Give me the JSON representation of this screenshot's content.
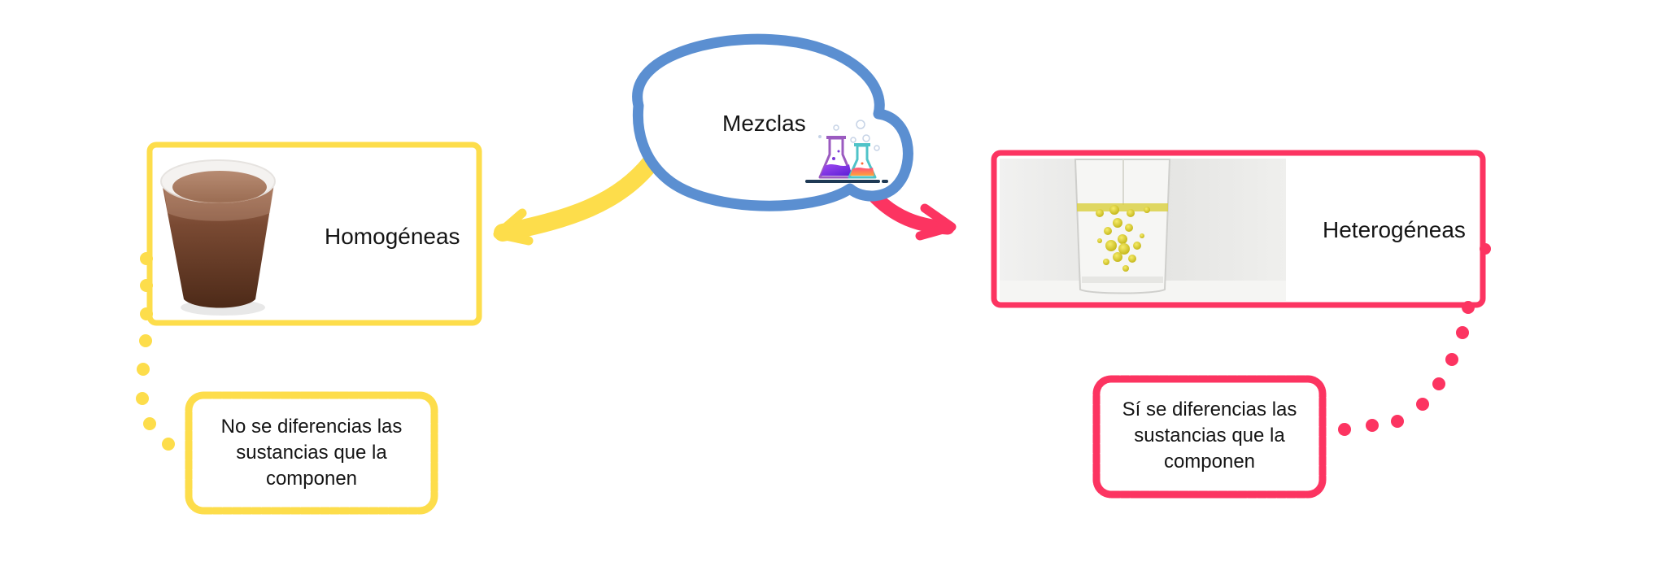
{
  "diagram": {
    "type": "concept-map",
    "central_node": {
      "label": "Mezclas",
      "shape": "thought-bubble",
      "color": "#5b8fd1",
      "icon": "chemistry-flasks-icon"
    },
    "branches": [
      {
        "id": "homogeneas",
        "label": "Homogéneas",
        "color": "#fddd4b",
        "image": "chocolate-milk-cup",
        "note": {
          "lines": [
            "No se diferencias las",
            "sustancias que la",
            "componen"
          ]
        }
      },
      {
        "id": "heterogeneas",
        "label": "Heterogéneas",
        "color": "#fc3461",
        "image": "oil-in-water-glass",
        "note": {
          "lines": [
            "Sí se diferencias las",
            "sustancias que la",
            "componen"
          ]
        }
      }
    ]
  }
}
